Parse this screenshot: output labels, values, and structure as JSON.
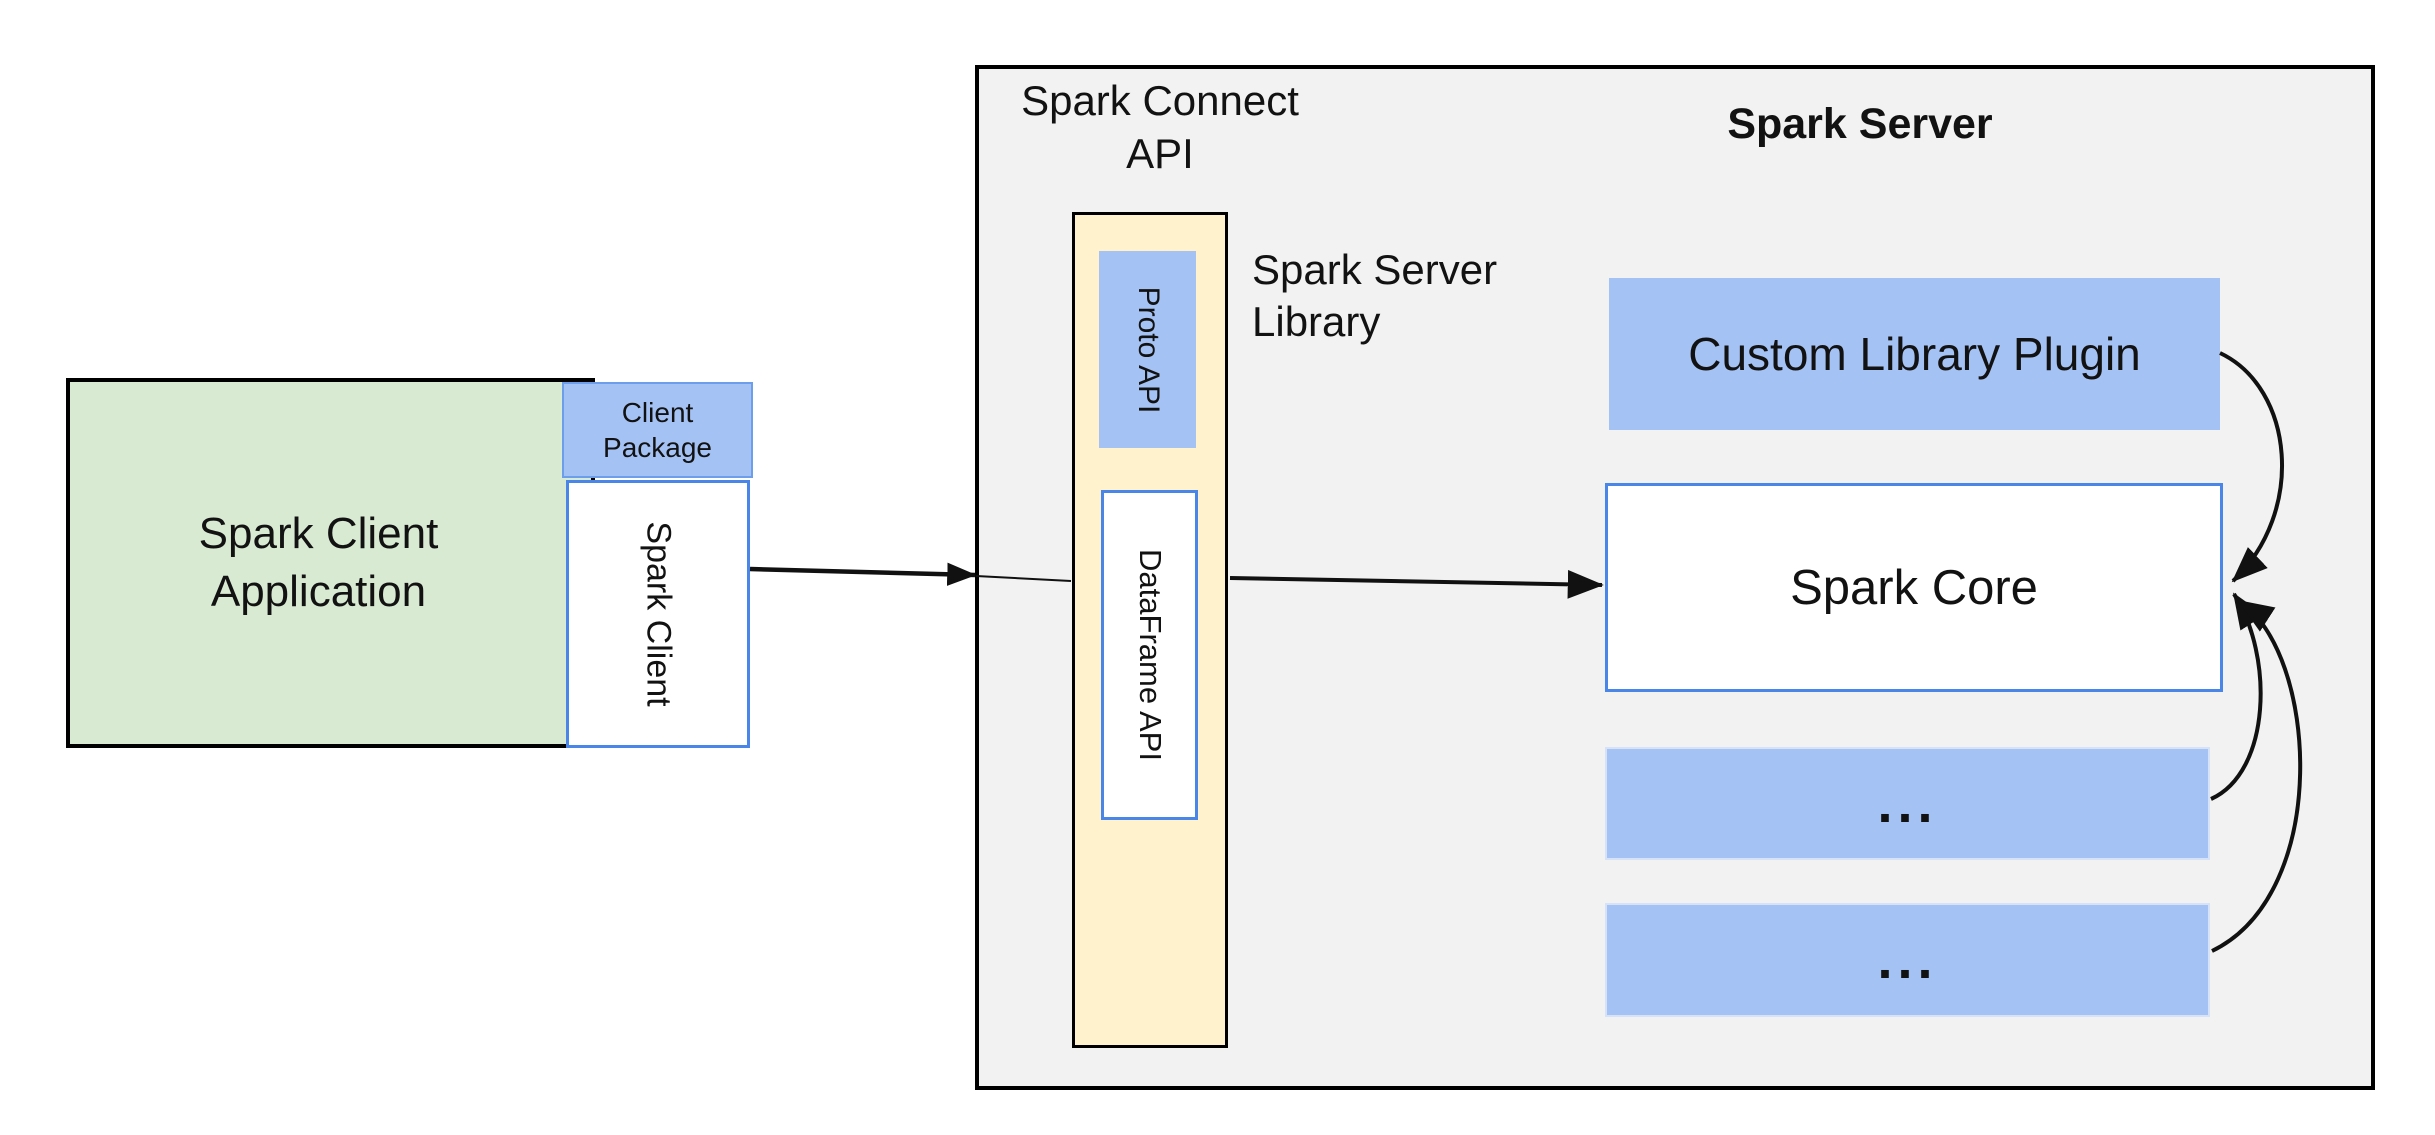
{
  "colors": {
    "green_fill": "#d9ead3",
    "blue_fill": "#a4c2f4",
    "blue_border": "#4a86e8",
    "yellow_fill": "#fff2cc",
    "gray_fill": "#f2f2f2",
    "line_color": "#111111"
  },
  "client": {
    "application_line1": "Spark Client",
    "application_line2": "Application",
    "package_line1": "Client",
    "package_line2": "Package",
    "spark_client_label": "Spark Client"
  },
  "connect_api": {
    "label_line1": "Spark Connect",
    "label_line2": "API",
    "proto_api_label": "Proto API",
    "dataframe_api_label": "DataFrame API"
  },
  "server": {
    "title": "Spark Server",
    "library_line1": "Spark Server",
    "library_line2": "Library",
    "custom_plugin_label": "Custom Library Plugin",
    "core_label": "Spark Core",
    "ellipsis_box1_label": "...",
    "ellipsis_box2_label": "..."
  }
}
